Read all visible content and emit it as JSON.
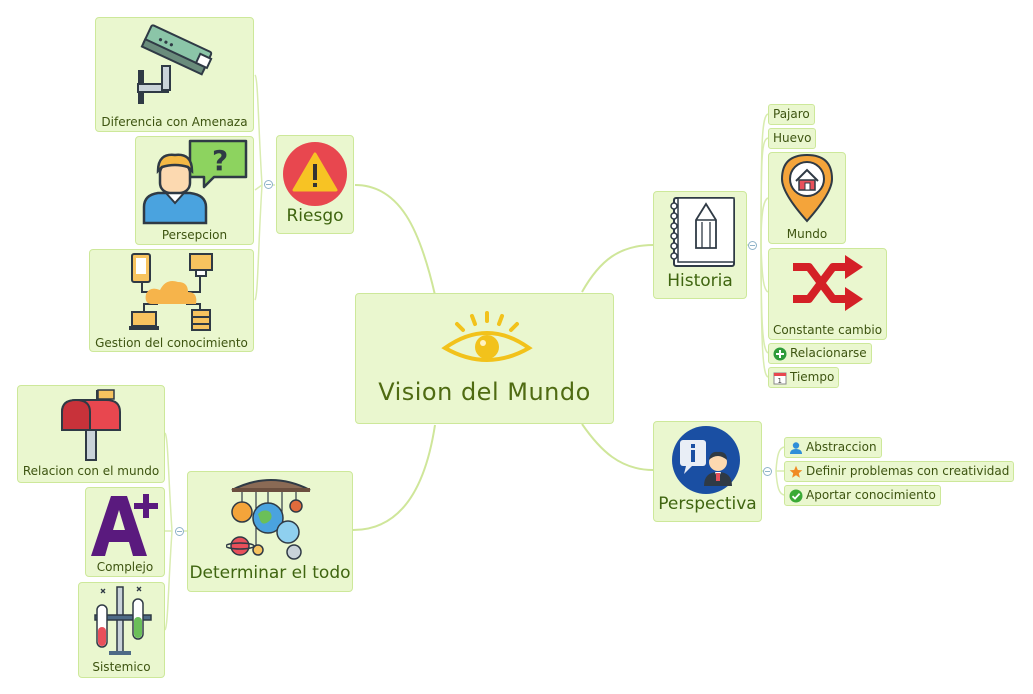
{
  "central": {
    "label": "Vision del Mundo"
  },
  "riesgo": {
    "label": "Riesgo",
    "children": [
      "Diferencia con Amenaza",
      "Persepcion",
      "Gestion del conocimiento"
    ]
  },
  "determinar": {
    "label": "Determinar el todo",
    "children": [
      "Relacion con el mundo",
      "Complejo",
      "Sistemico"
    ]
  },
  "historia": {
    "label": "Historia",
    "children": [
      "Pajaro",
      "Huevo",
      "Mundo",
      "Constante cambio",
      "Relacionarse",
      "Tiempo"
    ]
  },
  "perspectiva": {
    "label": "Perspectiva",
    "children": [
      "Abstraccion",
      "Definir problemas con creatividad",
      "Aportar conocimiento"
    ]
  },
  "colors": {
    "node_fill": "#eaf7cf",
    "node_border": "#cde89a",
    "link": "#cfe69a",
    "text": "#4d6a10"
  }
}
